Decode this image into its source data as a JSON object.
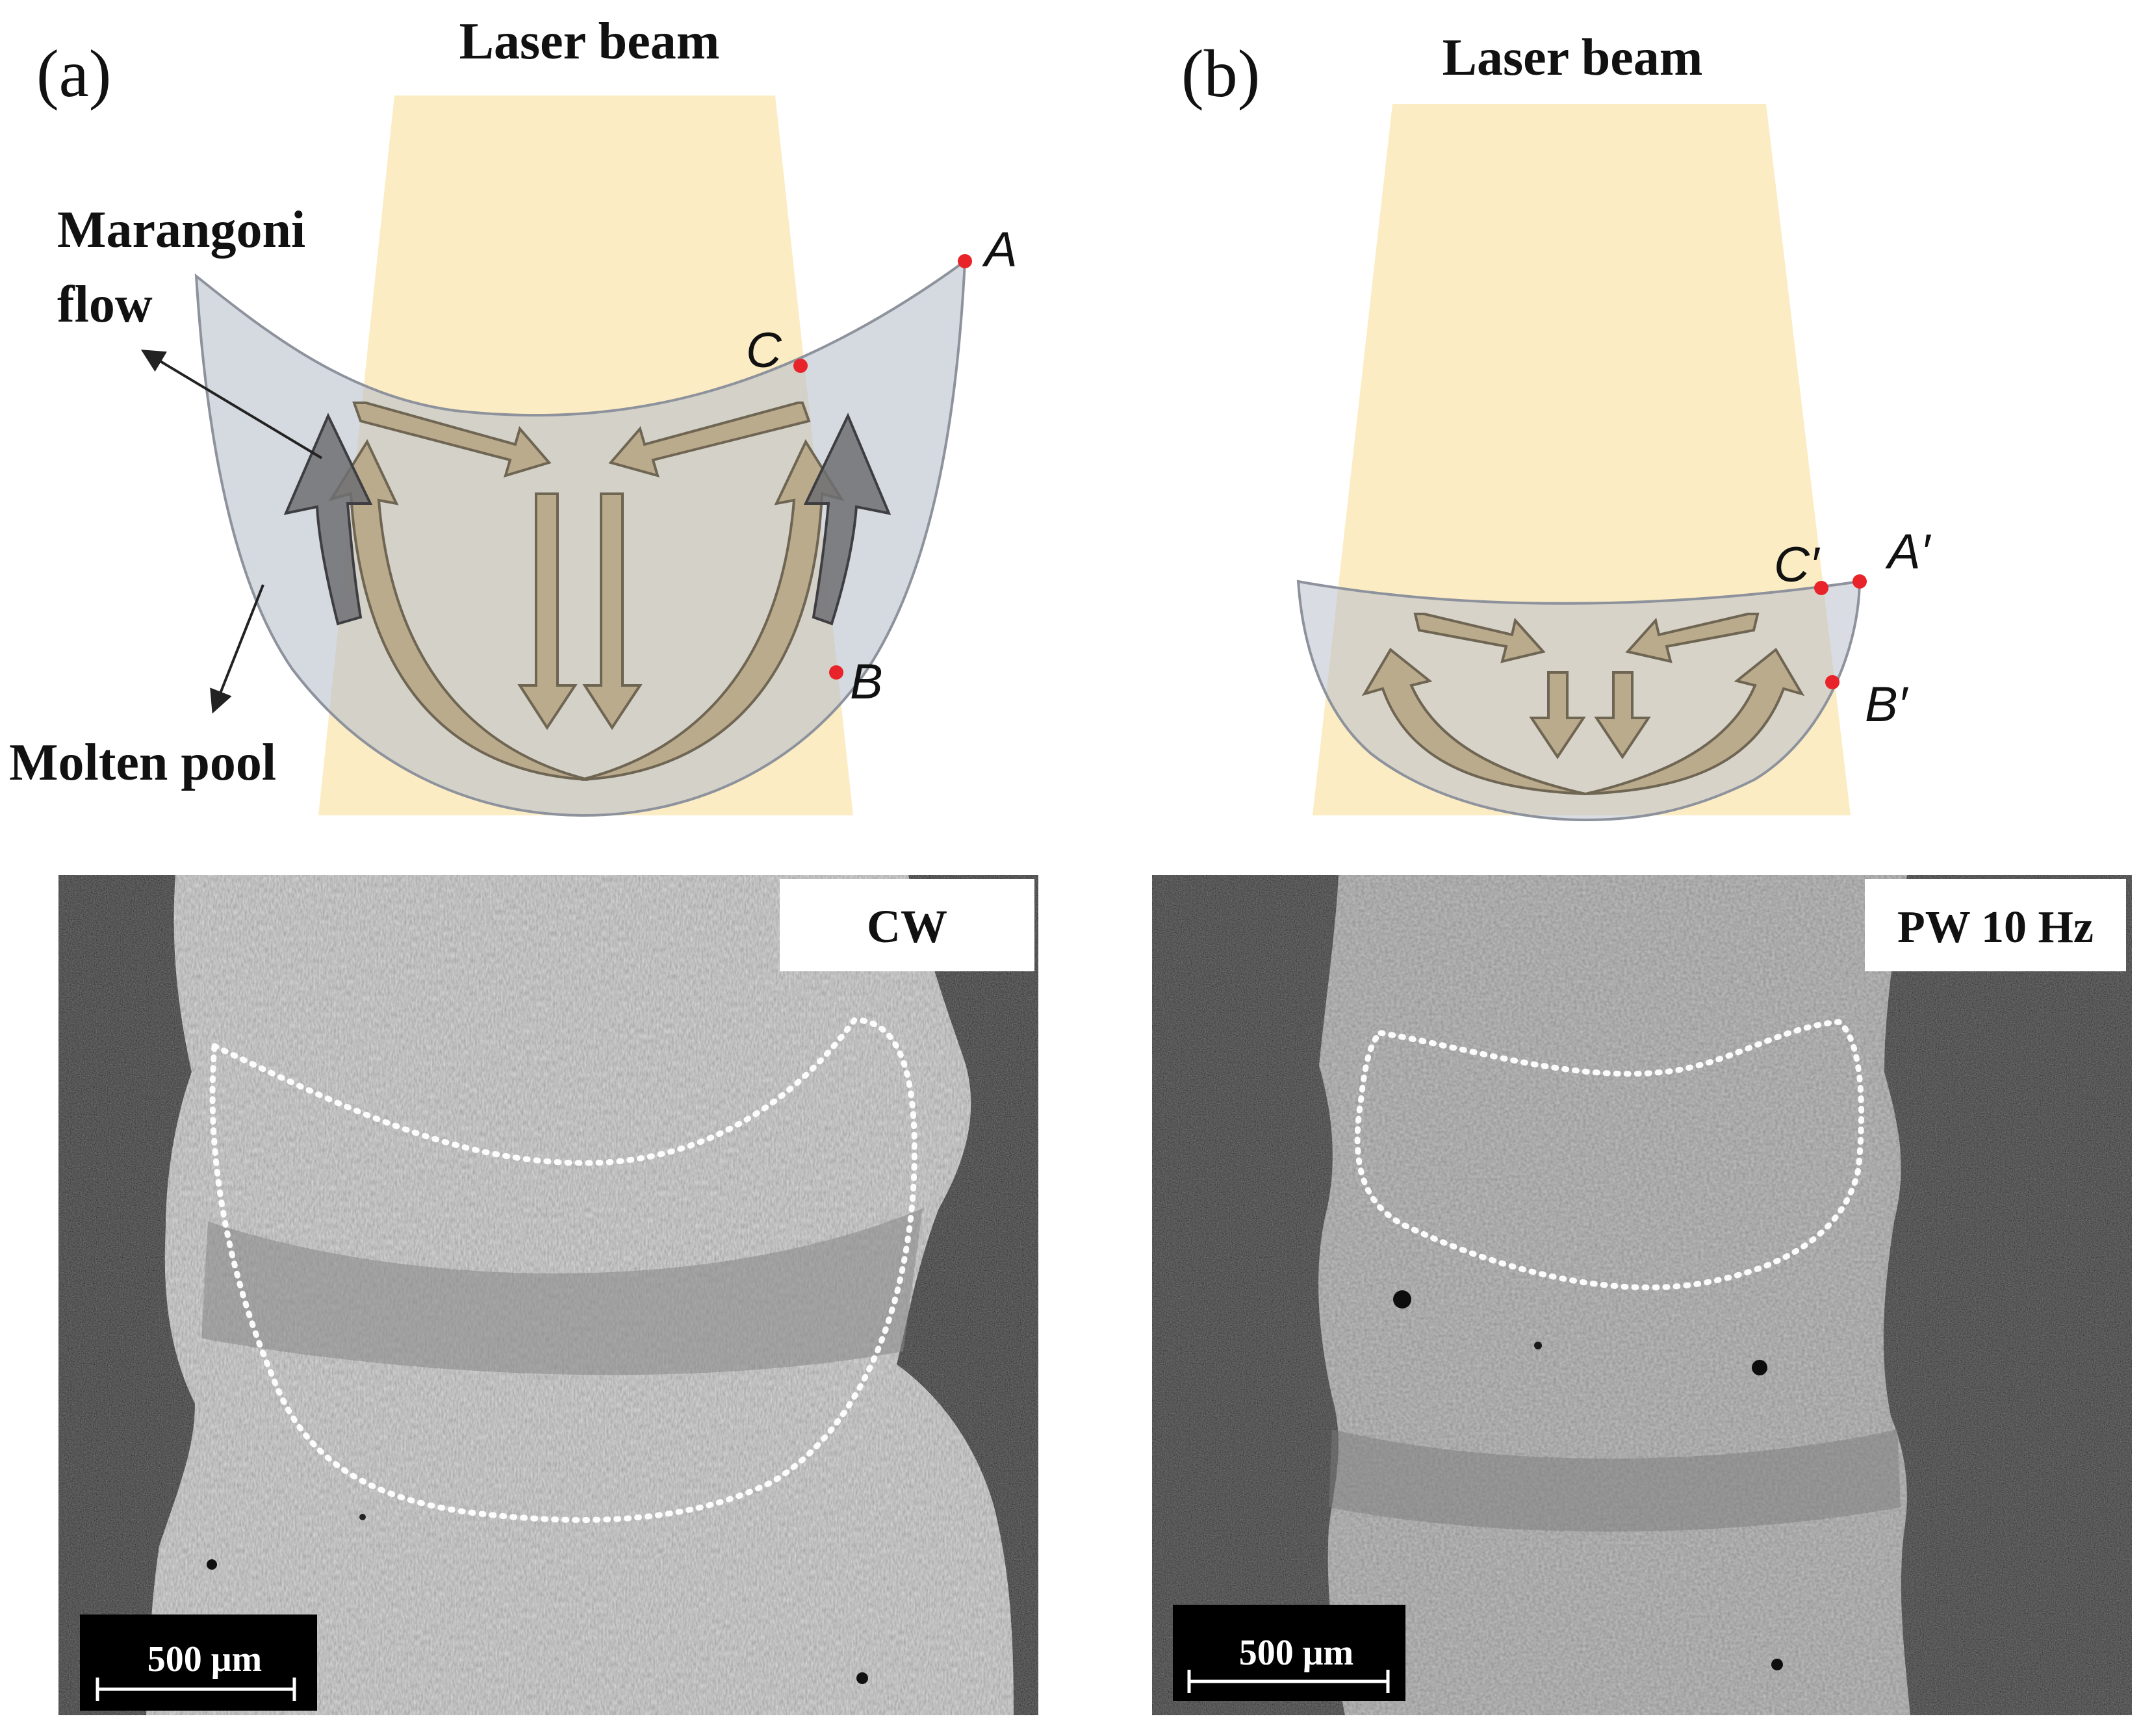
{
  "panel_a": {
    "label": "(a)",
    "beam_label": "Laser beam",
    "flow_label_line1": "Marangoni",
    "flow_label_line2": "flow",
    "pool_label": "Molten pool",
    "point_a": "A",
    "point_b": "B",
    "point_c": "C",
    "micrograph_label": "CW",
    "scale_label": "500 μm"
  },
  "panel_b": {
    "label": "(b)",
    "beam_label": "Laser beam",
    "point_a": "A′",
    "point_b": "B′",
    "point_c": "C′",
    "micrograph_label": "PW 10 Hz",
    "scale_label": "500 μm"
  },
  "colors": {
    "beam": "#fbecc4",
    "pool": "#cfd3dc",
    "arrow_fill": "#b7a584",
    "arrow_dark": "#6e6e72",
    "point": "#e8232a",
    "micro_dark": "#161616",
    "micro_metal": "#9c9c9c",
    "boundary": "#ffffff"
  }
}
